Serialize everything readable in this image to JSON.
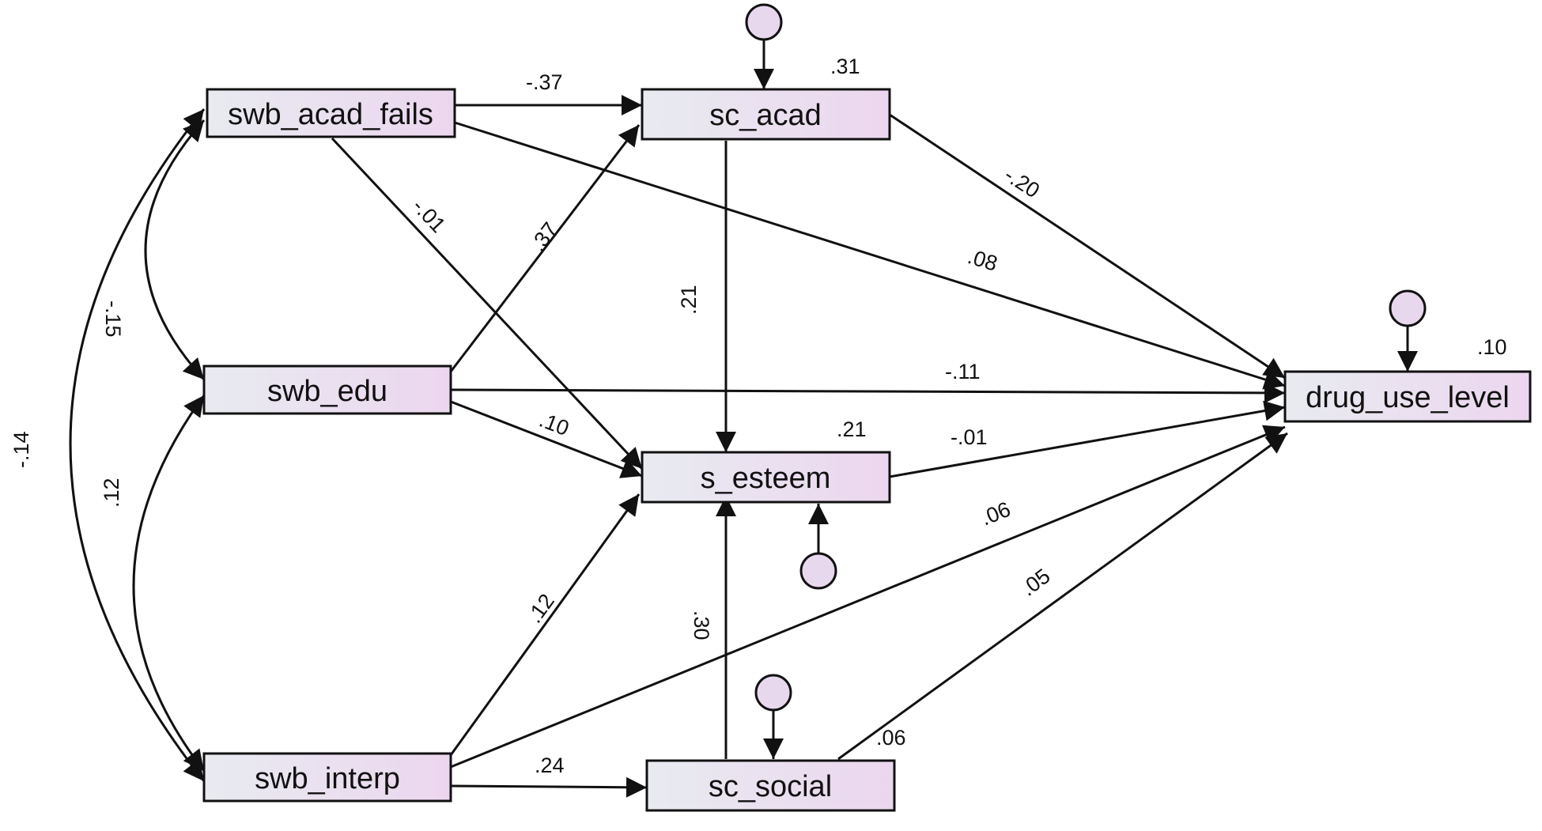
{
  "colors": {
    "node_fill_start": "#e8ebf0",
    "node_fill_end": "#ecd6ef",
    "error_fill": "#e8d8ee",
    "stroke": "#111111"
  },
  "nodes": {
    "swb_acad_fails": "swb_acad_fails",
    "swb_edu": "swb_edu",
    "swb_interp": "swb_interp",
    "sc_acad": "sc_acad",
    "s_esteem": "s_esteem",
    "sc_social": "sc_social",
    "drug_use_level": "drug_use_level"
  },
  "r_squared": {
    "sc_acad": ".31",
    "s_esteem": ".21",
    "sc_social": ".06",
    "drug_use_level": ".10"
  },
  "paths": {
    "acad_fails_to_sc_acad": "-.37",
    "acad_fails_to_s_esteem": "-.01",
    "acad_fails_to_drug": ".08",
    "edu_to_sc_acad": ".37",
    "edu_to_s_esteem": ".10",
    "edu_to_drug": "-.11",
    "interp_to_s_esteem": ".12",
    "interp_to_drug": ".06",
    "interp_to_sc_social": ".24",
    "sc_acad_to_s_esteem": ".21",
    "sc_acad_to_drug": "-.20",
    "s_esteem_to_drug": "-.01",
    "sc_social_to_s_esteem": ".30",
    "sc_social_to_drug": ".05"
  },
  "covariances": {
    "acad_fails_edu": "-.15",
    "edu_interp": ".12",
    "acad_fails_interp": "-.14"
  }
}
